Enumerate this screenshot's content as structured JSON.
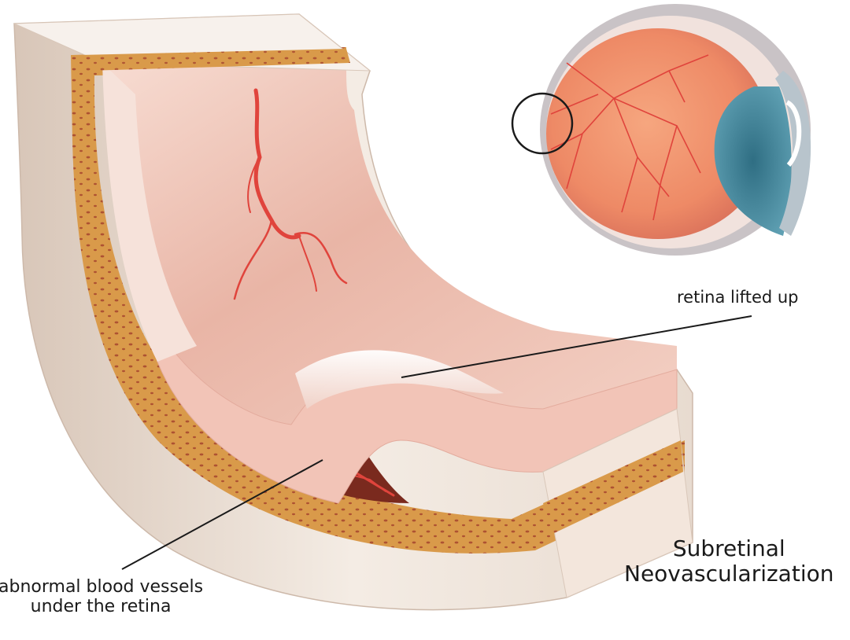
{
  "title": {
    "line1": "Subretinal",
    "line2": "Neovascularization"
  },
  "labels": {
    "retina_lifted": "retina lifted up",
    "abnormal_vessels_line1": "abnormal blood vessels",
    "abnormal_vessels_line2": "under the retina"
  },
  "colors": {
    "sclera": "#f1e9e2",
    "choroid": "#d99a4a",
    "retina": "#f3cfc4",
    "vessel": "#e0443c",
    "lens": "#4e8fa3",
    "line": "#1a1a1a"
  }
}
